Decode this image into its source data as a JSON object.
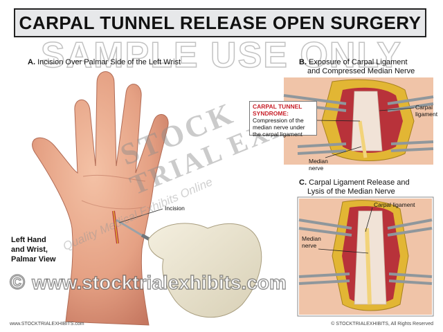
{
  "title": "CARPAL TUNNEL RELEASE OPEN SURGERY",
  "watermark": {
    "sample": "SAMPLE USE ONLY",
    "stock": "STOCK",
    "trial": "TRIAL EXHI",
    "tagline": "Quality Medical Exhibits Online",
    "url": "www.stocktrialexhibits.com",
    "copyright_symbol": "©"
  },
  "panel_a": {
    "letter": "A.",
    "title": "Incision Over Palmar Side of the Left Wrist",
    "incision_label": "Incision",
    "view_line1": "Left Hand",
    "view_line2": "and Wrist,",
    "view_line3": "Palmar View"
  },
  "panel_b": {
    "letter": "B.",
    "title_line1": "Exposure of Carpal Ligament",
    "title_line2": "and Compressed Median Nerve",
    "syndrome_title1": "CARPAL TUNNEL",
    "syndrome_title2": "SYNDROME:",
    "syndrome_text1": "Compression of the",
    "syndrome_text2": "median nerve under",
    "syndrome_text3": "the carpal ligament",
    "ligament_label1": "Carpal",
    "ligament_label2": "ligament",
    "nerve_label1": "Median",
    "nerve_label2": "nerve"
  },
  "panel_c": {
    "letter": "C.",
    "title_line1": "Carpal Ligament Release and",
    "title_line2": "Lysis of the Median Nerve",
    "ligament_label": "Carpal ligament",
    "nerve_label1": "Median",
    "nerve_label2": "nerve"
  },
  "footer": {
    "left": "www.STOCKTRIALEXHIBITS.com",
    "right": "© STOCKTRIALEXHIBITS, All Rights Reserved"
  },
  "colors": {
    "skin": "#e8a888",
    "skin_shadow": "#c97b62",
    "glove": "#e9e3cf",
    "tissue_red": "#b8323a",
    "fat_yellow": "#e2b634",
    "title_bg": "#e7e8ea",
    "alert_red": "#c8202a"
  }
}
